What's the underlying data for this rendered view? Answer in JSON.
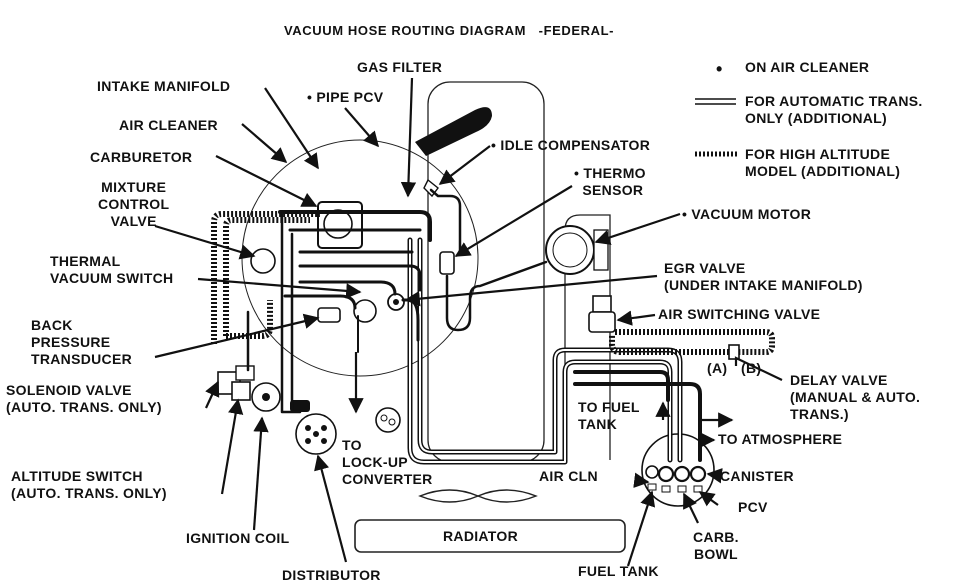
{
  "title": "VACUUM HOSE ROUTING DIAGRAM   -FEDERAL-",
  "legend": {
    "bullet": "•",
    "air_cleaner": "ON AIR CLEANER",
    "automatic_symbol": "=:=",
    "automatic": "FOR AUTOMATIC TRANS.\nONLY (ADDITIONAL)",
    "altitude_symbol": ":::::",
    "altitude": "FOR HIGH ALTITUDE\nMODEL (ADDITIONAL)"
  },
  "labels": {
    "intake_manifold": "INTAKE MANIFOLD",
    "gas_filter": "GAS FILTER",
    "pipe_pcv": "• PIPE PCV",
    "air_cleaner": "AIR CLEANER",
    "idle_compensator": "• IDLE COMPENSATOR",
    "carburetor": "CARBURETOR",
    "thermo_sensor": "• THERMO\n  SENSOR",
    "mixture_control_valve": "MIXTURE\nCONTROL\nVALVE",
    "vacuum_motor": "• VACUUM MOTOR",
    "thermal_vacuum_switch": "THERMAL\nVACUUM SWITCH",
    "egr_valve": "EGR VALVE\n(UNDER INTAKE MANIFOLD)",
    "air_switching_valve": "AIR SWITCHING VALVE",
    "back_pressure_transducer": "BACK\nPRESSURE\nTRANSDUCER",
    "delay_valve_a": "(A)",
    "delay_valve_b": "(B)",
    "delay_valve": "DELAY VALVE\n(MANUAL & AUTO.\nTRANS.)",
    "solenoid_valve": "SOLENOID VALVE\n(AUTO. TRANS. ONLY)",
    "to_fuel_tank": "TO FUEL\nTANK",
    "to_atmosphere": "TO ATMOSPHERE",
    "to_lockup_converter": "TO\nLOCK-UP\nCONVERTER",
    "altitude_switch": "ALTITUDE SWITCH\n(AUTO. TRANS. ONLY)",
    "air_cln": "AIR CLN",
    "canister": "CANISTER",
    "pcv": "PCV",
    "ignition_coil": "IGNITION COIL",
    "radiator": "RADIATOR",
    "carb_bowl": "CARB.\nBOWL",
    "distributor": "DISTRIBUTOR",
    "fuel_tank": "FUEL TANK"
  }
}
